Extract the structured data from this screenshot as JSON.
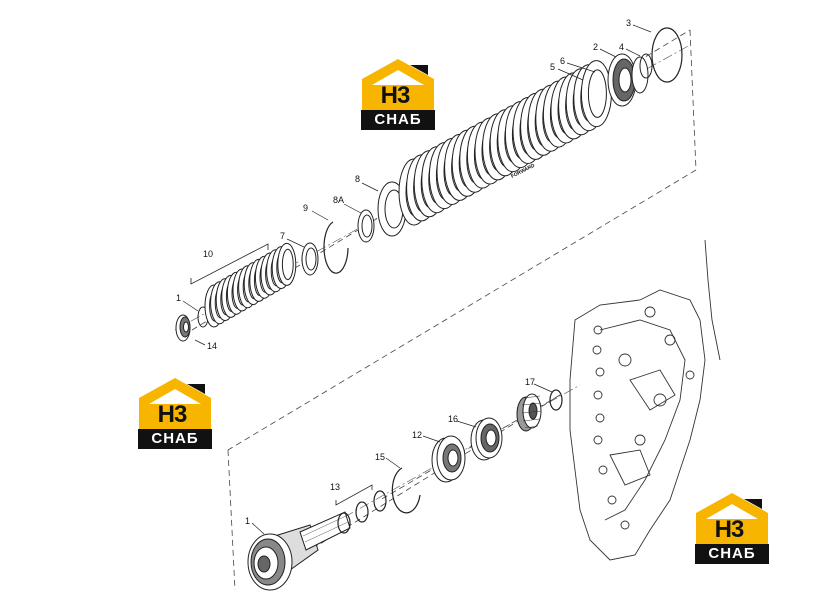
{
  "diagram": {
    "callouts": {
      "c1_top": "1",
      "c2": "2",
      "c3": "3",
      "c4": "4",
      "c5": "5",
      "c6": "6",
      "c7": "7",
      "c8": "8",
      "c8a": "8A",
      "c9": "9",
      "c10": "10",
      "c14": "14",
      "c1_bottom": "1",
      "c12": "12",
      "c13": "13",
      "c15": "15",
      "c16": "16",
      "c17": "17"
    },
    "forward_label": "FORWARD",
    "colors": {
      "line": "#222222",
      "fill": "#ffffff",
      "logo_yellow": "#f7b500",
      "logo_dark": "#111111"
    }
  },
  "watermarks": [
    {
      "letters": "H3",
      "band": "СНАБ"
    },
    {
      "letters": "H3",
      "band": "СНАБ"
    },
    {
      "letters": "H3",
      "band": "СНАБ"
    }
  ]
}
